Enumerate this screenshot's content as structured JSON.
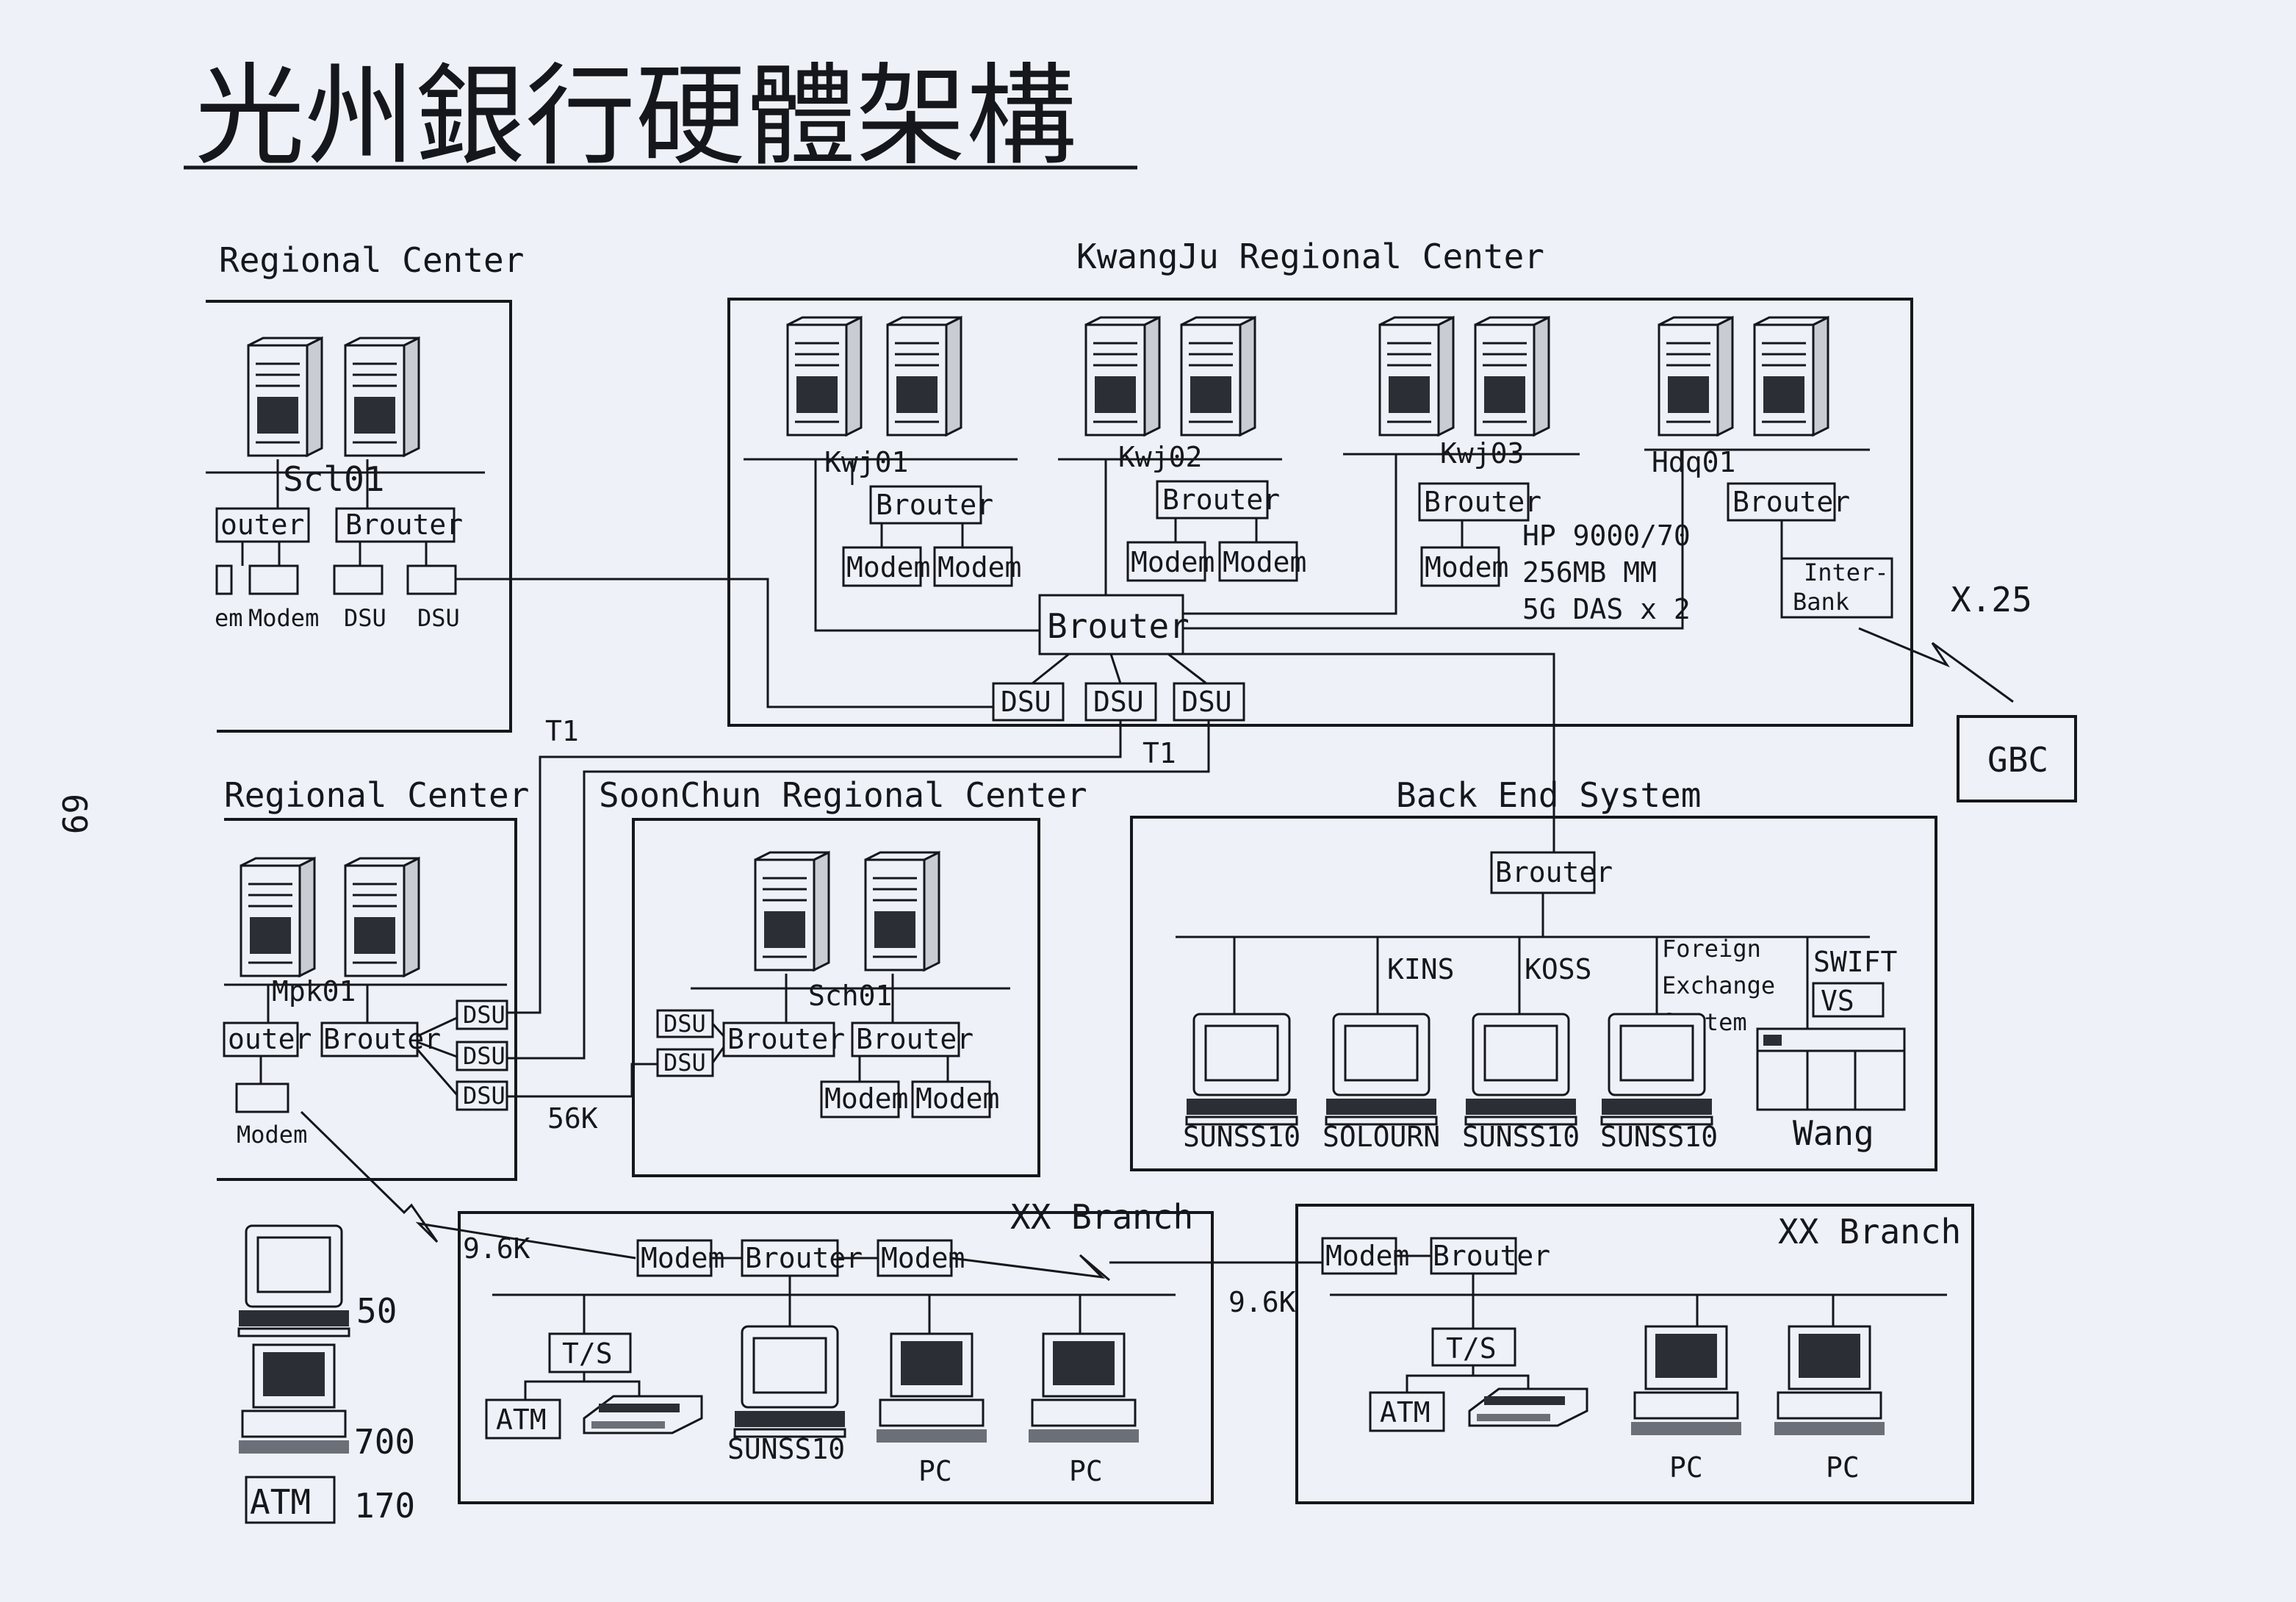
{
  "title": "光州銀行硬體架構",
  "page_number": "69",
  "colors": {
    "ink": "#15171c",
    "paper": "#eef1f7"
  },
  "regional_center_top": {
    "title": "Regional Center",
    "host": "Scl01",
    "router_1": "outer",
    "router_2": "Brouter",
    "modem_1": "em",
    "modem_2": "Modem",
    "dsu_1": "DSU",
    "dsu_2": "DSU"
  },
  "kwangju": {
    "title": "KwangJu Regional Center",
    "hosts": [
      "Kwj01",
      "Kwj02",
      "Kwj03",
      "Hdq01"
    ],
    "routers": [
      "Brouter",
      "Brouter",
      "Brouter",
      "Brouter"
    ],
    "modems": [
      "Modem",
      "Modem",
      "Modem",
      "Modem",
      "Modem"
    ],
    "spec": [
      "HP 9000/70",
      "256MB MM",
      "5G DAS x 2"
    ],
    "interbank": [
      "Inter-",
      "Bank"
    ],
    "main_router": "Brouter",
    "dsus": [
      "DSU",
      "DSU",
      "DSU"
    ]
  },
  "x25": "X.25",
  "gbc": "GBC",
  "t1_labels": [
    "T1",
    "T1"
  ],
  "regional_center_mid": {
    "title": "Regional Center",
    "host": "Mpk01",
    "router_1": "outer",
    "router_2": "Brouter",
    "dsus": [
      "DSU",
      "DSU",
      "DSU"
    ],
    "modem": "Modem"
  },
  "soonchun": {
    "title": "SoonChun Regional Center",
    "host": "Sch01",
    "dsus": [
      "DSU",
      "DSU"
    ],
    "routers": [
      "Brouter",
      "Brouter"
    ],
    "modems": [
      "Modem",
      "Modem"
    ]
  },
  "link_56k": "56K",
  "backend": {
    "title": "Back End System",
    "router": "Brouter",
    "group_labels": [
      "KINS",
      "KOSS",
      "Foreign",
      "Exchange",
      "System",
      "SWIFT",
      "VS"
    ],
    "machines": [
      "SUNSS10",
      "SOLOURN",
      "SUNSS10",
      "SUNSS10",
      "Wang"
    ]
  },
  "legend": {
    "terminal_count": "50",
    "pc_count": "700",
    "atm_label": "ATM",
    "atm_count": "170"
  },
  "branch_left": {
    "title": "XX Branch",
    "speed": "9.6K",
    "modem_1": "Modem",
    "router": "Brouter",
    "modem_2": "Modem",
    "ts": "T/S",
    "atm": "ATM",
    "devices": [
      "SUNSS10",
      "PC",
      "PC"
    ]
  },
  "branch_right": {
    "title": "XX Branch",
    "speed": "9.6K",
    "modem": "Modem",
    "router": "Brouter",
    "ts": "T/S",
    "atm": "ATM",
    "devices": [
      "PC",
      "PC"
    ]
  }
}
